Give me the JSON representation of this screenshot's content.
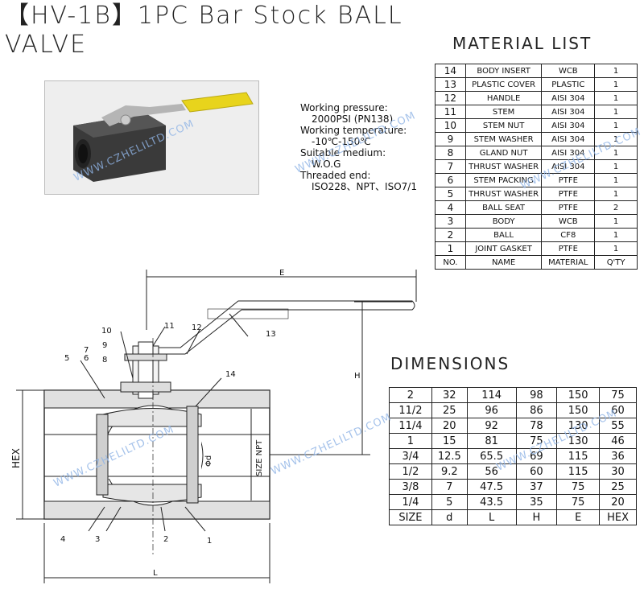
{
  "title_line1": "【HV-1B】1PC Bar Stock BALL",
  "title_line2": "VALVE",
  "material_list_heading": "MATERIAL LIST",
  "material_rows": [
    {
      "no": "14",
      "name": "BODY INSERT",
      "material": "WCB",
      "qty": "1"
    },
    {
      "no": "13",
      "name": "PLASTIC COVER",
      "material": "PLASTIC",
      "qty": "1"
    },
    {
      "no": "12",
      "name": "HANDLE",
      "material": "AISI 304",
      "qty": "1"
    },
    {
      "no": "11",
      "name": "STEM",
      "material": "AISI 304",
      "qty": "1"
    },
    {
      "no": "10",
      "name": "STEM NUT",
      "material": "AISI 304",
      "qty": "1"
    },
    {
      "no": "9",
      "name": "STEM WASHER",
      "material": "AISI 304",
      "qty": "1"
    },
    {
      "no": "8",
      "name": "GLAND NUT",
      "material": "AISI 304",
      "qty": "1"
    },
    {
      "no": "7",
      "name": "THRUST WASHER",
      "material": "AISI 304",
      "qty": "1"
    },
    {
      "no": "6",
      "name": "STEM PACKING",
      "material": "PTFE",
      "qty": "1"
    },
    {
      "no": "5",
      "name": "THRUST WASHER",
      "material": "PTFE",
      "qty": "1"
    },
    {
      "no": "4",
      "name": "BALL SEAT",
      "material": "PTFE",
      "qty": "2"
    },
    {
      "no": "3",
      "name": "BODY",
      "material": "WCB",
      "qty": "1"
    },
    {
      "no": "2",
      "name": "BALL",
      "material": "CF8",
      "qty": "1"
    },
    {
      "no": "1",
      "name": "JOINT GASKET",
      "material": "PTFE",
      "qty": "1"
    }
  ],
  "material_header": {
    "no": "NO.",
    "name": "NAME",
    "material": "MATERIAL",
    "qty": "Q'TY"
  },
  "specs": {
    "pressure_label": "Working pressure:",
    "pressure_value": "2000PSI (PN138)",
    "temp_label": "Working temperature:",
    "temp_value": "-10℃-150℃",
    "medium_label": "Suitable medium:",
    "medium_value": "W.O.G",
    "end_label": "Threaded end:",
    "end_value": "ISO228、NPT、ISO7/1"
  },
  "dimensions_heading": "DIMENSIONS",
  "dimension_rows": [
    [
      "2",
      "32",
      "114",
      "98",
      "150",
      "75"
    ],
    [
      "11/2",
      "25",
      "96",
      "86",
      "150",
      "60"
    ],
    [
      "11/4",
      "20",
      "92",
      "78",
      "130",
      "55"
    ],
    [
      "1",
      "15",
      "81",
      "75",
      "130",
      "46"
    ],
    [
      "3/4",
      "12.5",
      "65.5",
      "69",
      "115",
      "36"
    ],
    [
      "1/2",
      "9.2",
      "56",
      "60",
      "115",
      "30"
    ],
    [
      "3/8",
      "7",
      "47.5",
      "37",
      "75",
      "25"
    ],
    [
      "1/4",
      "5",
      "43.5",
      "35",
      "75",
      "20"
    ]
  ],
  "dimension_header": [
    "SIZE",
    "d",
    "L",
    "H",
    "E",
    "HEX"
  ],
  "drawing_labels": {
    "E": "E",
    "H": "H",
    "L": "L",
    "HEX": "HEX",
    "size_npt": "SIZE NPT",
    "phi_d": "Φd",
    "parts": [
      "1",
      "2",
      "3",
      "4",
      "5",
      "6",
      "7",
      "8",
      "9",
      "10",
      "11",
      "12",
      "13",
      "14"
    ]
  },
  "watermark": "WWW.CZHELILTD.COM"
}
